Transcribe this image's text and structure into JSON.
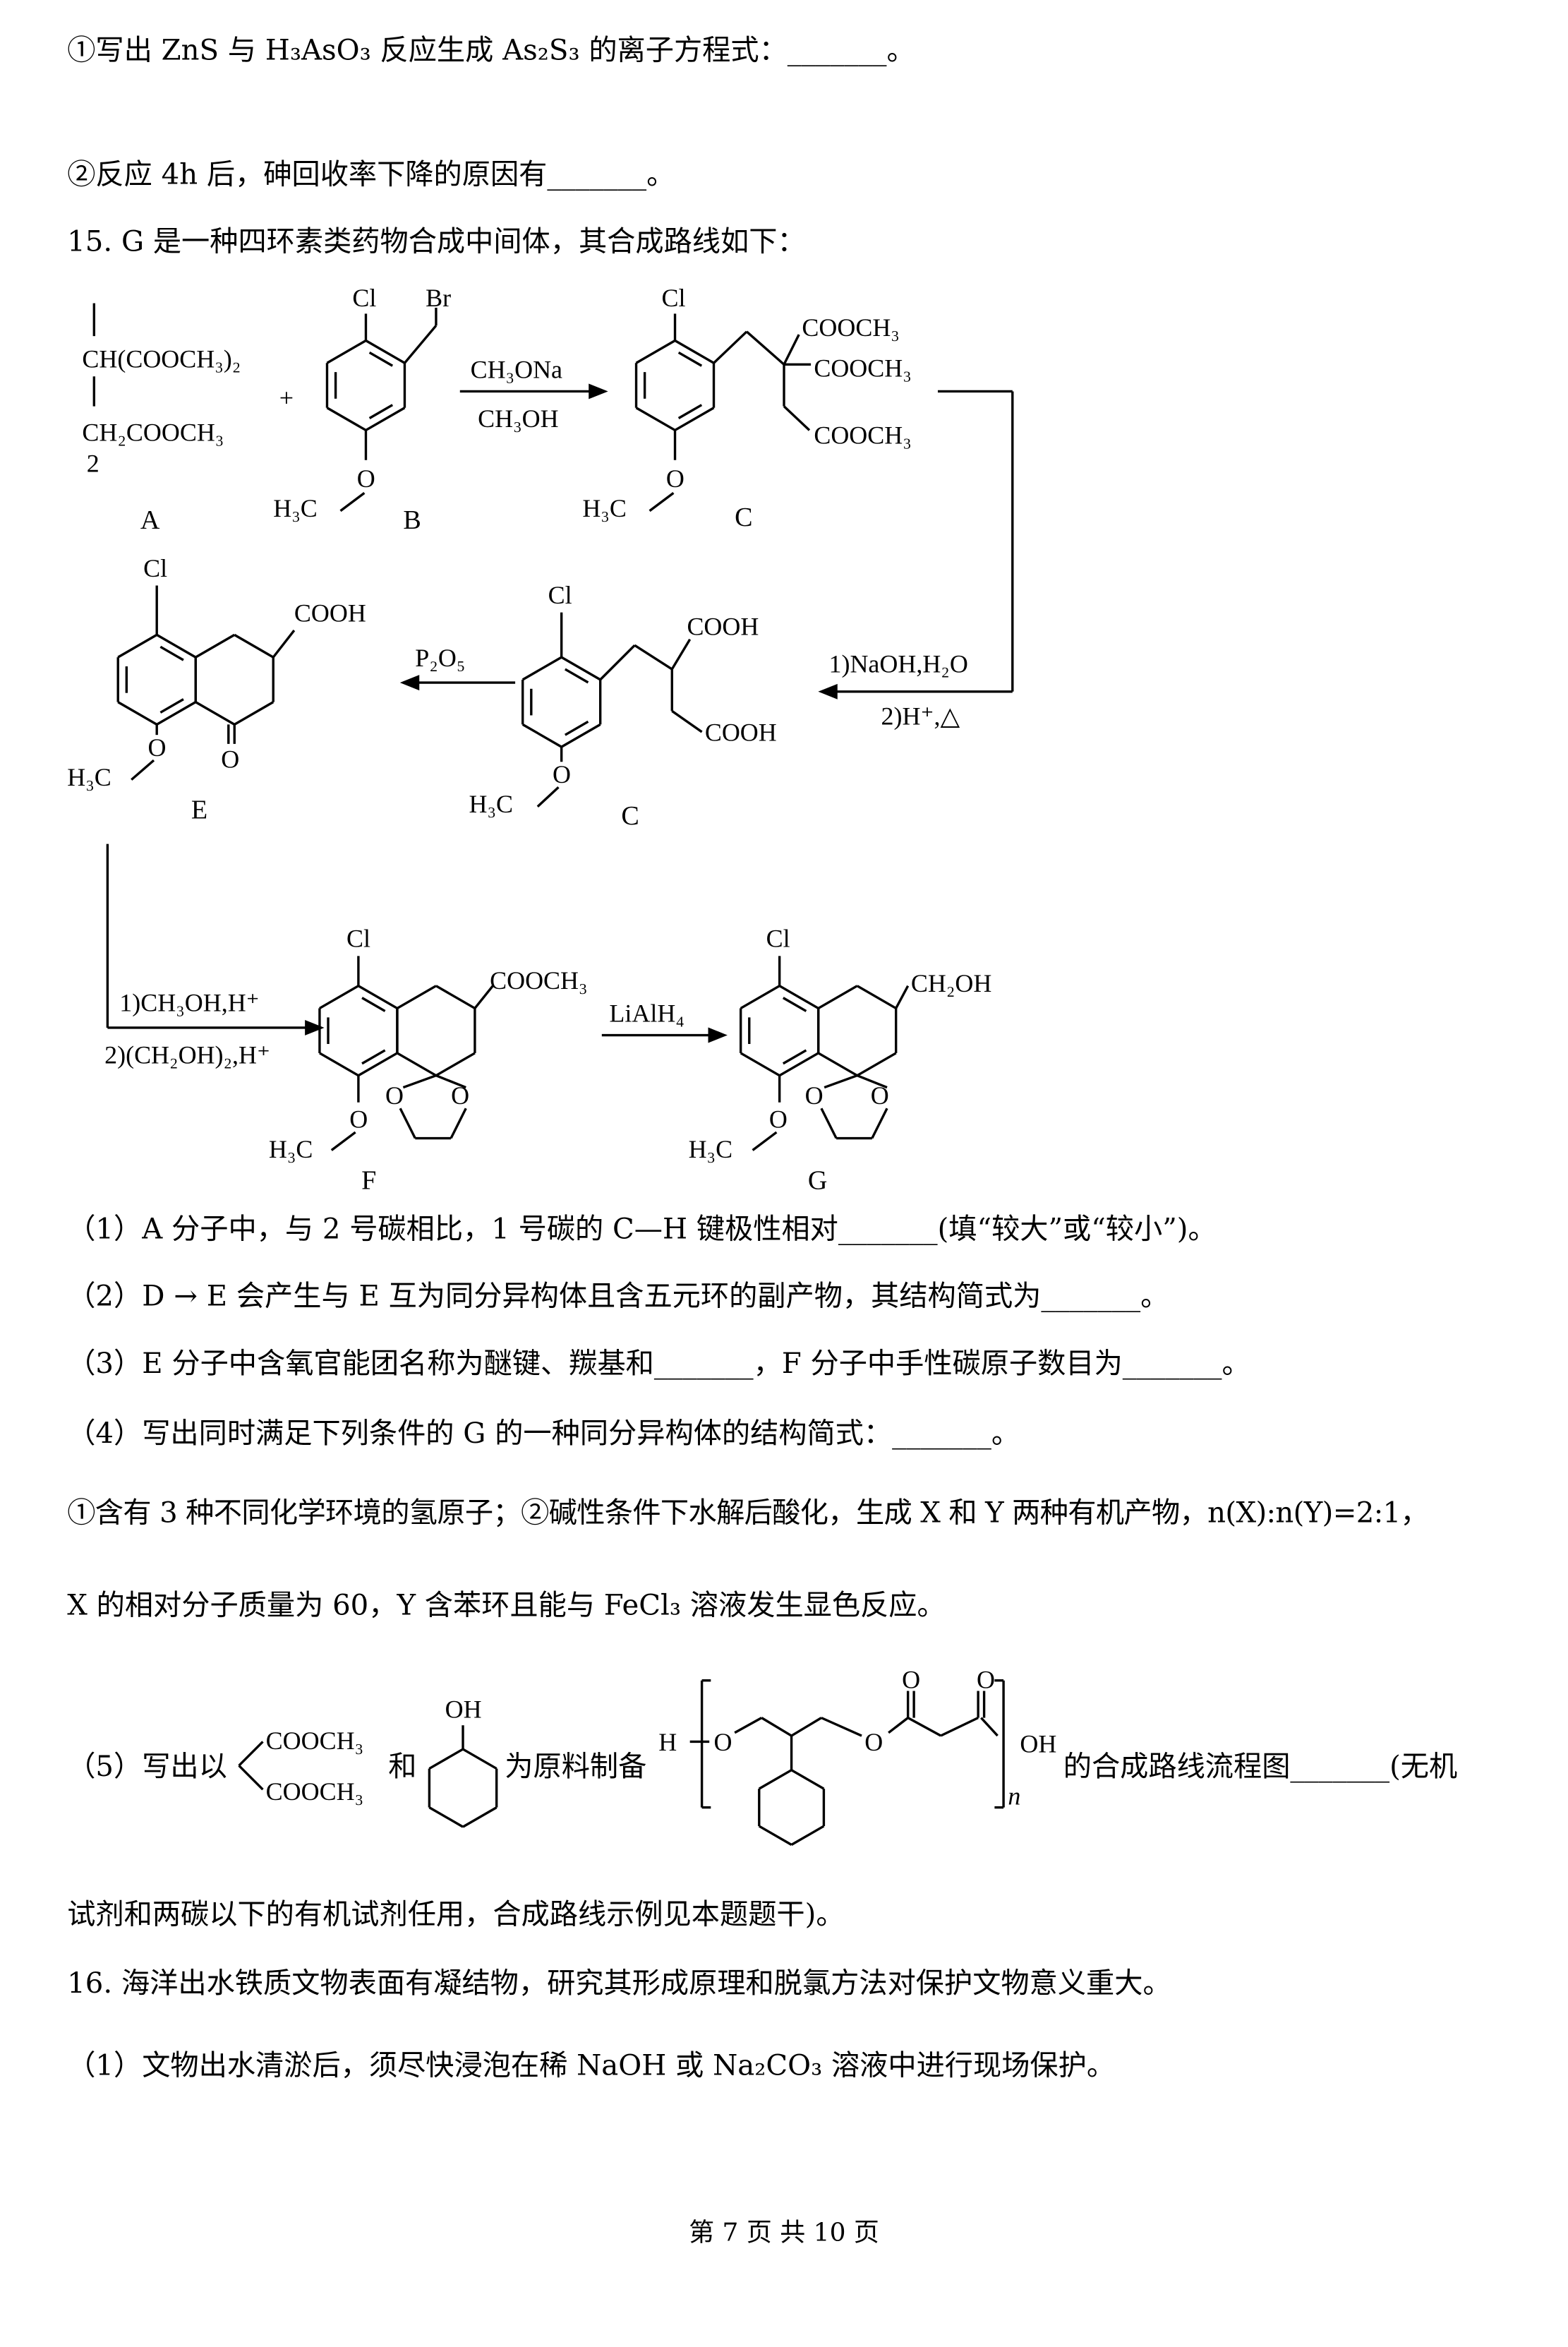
{
  "q14": {
    "item1": "①写出 ZnS 与 H₃AsO₃ 反应生成 As₂S₃ 的离子方程式：_______。",
    "item2": "②反应 4h 后，砷回收率下降的原因有_______。"
  },
  "q15": {
    "intro": "15. G 是一种四环素类药物合成中间体，其合成路线如下：",
    "scheme": {
      "A_line1": "CH(COOCH₃)₂",
      "A_line2": "CH₂COOCH₃",
      "A_num": "2",
      "plus": "+",
      "Cl": "Cl",
      "Br": "Br",
      "O": "O",
      "H3C": "H₃C",
      "COOCH3": "COOCH₃",
      "COOH": "COOH",
      "CH2OH": "CH₂OH",
      "reagent_1a": "CH₃ONa",
      "reagent_1b": "CH₃OH",
      "reagent_2a": "1)NaOH,H₂O",
      "reagent_2b": "2)H⁺,△",
      "reagent_3": "P₂O₅",
      "reagent_4a": "1)CH₃OH,H⁺",
      "reagent_4b": "2)(CH₂OH)₂,H⁺",
      "reagent_5": "LiAlH₄",
      "labels": [
        "A",
        "B",
        "C",
        "C",
        "E",
        "F",
        "G"
      ]
    },
    "q1": "（1）A 分子中，与 2 号碳相比，1 号碳的 C—H 键极性相对_______(填“较大”或“较小”)。",
    "q2": "（2）D → E 会产生与 E 互为同分异构体且含五元环的副产物，其结构简式为_______。",
    "q3": "（3）E 分子中含氧官能团名称为醚键、羰基和_______，F 分子中手性碳原子数目为_______。",
    "q4": "（4）写出同时满足下列条件的 G 的一种同分异构体的结构简式：_______。",
    "q4_cond1": "①含有 3 种不同化学环境的氢原子；②碱性条件下水解后酸化，生成 X 和 Y 两种有机产物，n(X):n(Y)=2:1，",
    "q4_cond2": "X 的相对分子质量为 60，Y 含苯环且能与 FeCl₃ 溶液发生显色反应。",
    "q5_a": "（5）写出以",
    "q5_b": "和",
    "q5_c": "为原料制备",
    "q5_d": "的合成路线流程图_______(无机",
    "q5_cont": "试剂和两碳以下的有机试剂任用，合成路线示例见本题题干)。",
    "q5_struct": {
      "COOCH3": "COOCH₃",
      "OH": "OH",
      "H": "H",
      "O": "O",
      "n": "n"
    }
  },
  "q16": {
    "intro": "16. 海洋出水铁质文物表面有凝结物，研究其形成原理和脱氯方法对保护文物意义重大。",
    "q1": "（1）文物出水清淤后，须尽快浸泡在稀 NaOH 或 Na₂CO₃ 溶液中进行现场保护。"
  },
  "footer": "第 7 页 共 10 页"
}
